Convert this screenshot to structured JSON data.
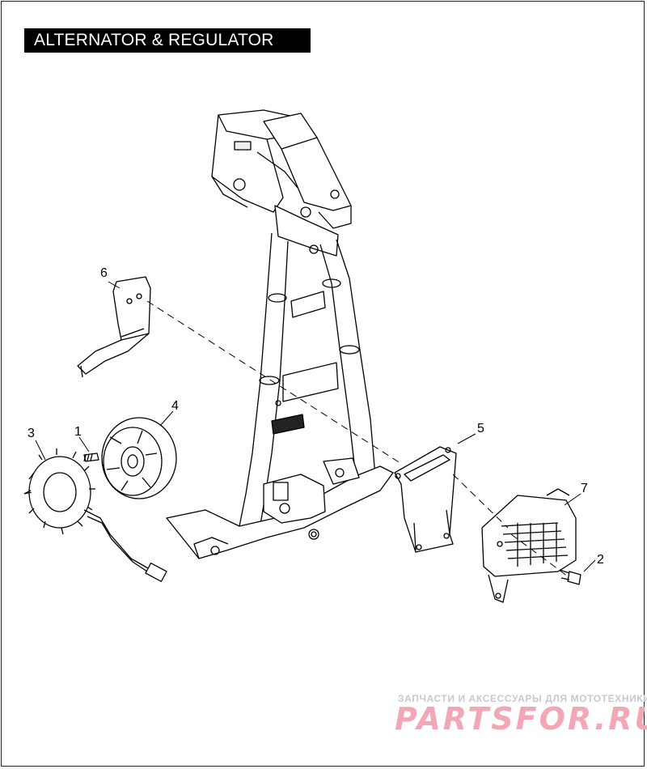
{
  "title": "ALTERNATOR & REGULATOR",
  "callouts": [
    {
      "id": "1",
      "part": "bolt"
    },
    {
      "id": "2",
      "part": "bolt"
    },
    {
      "id": "3",
      "part": "stator"
    },
    {
      "id": "4",
      "part": "rotor"
    },
    {
      "id": "5",
      "part": "bracket"
    },
    {
      "id": "6",
      "part": "bracket"
    },
    {
      "id": "7",
      "part": "voltage-regulator"
    }
  ],
  "watermark": {
    "tagline": "ЗАПЧАСТИ И АКСЕССУАРЫ ДЛЯ МОТОТЕХНИКИ",
    "brand": "PARTSFOR.RU"
  },
  "colors": {
    "title_bg": "#000000",
    "title_fg": "#ffffff",
    "line": "#000000",
    "watermark": "#f2a7b4"
  }
}
